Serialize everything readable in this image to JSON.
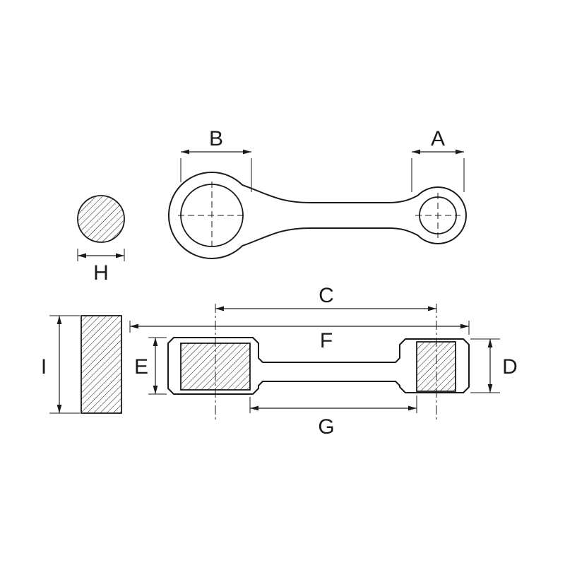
{
  "diagram": {
    "labels": {
      "dim_a": "A",
      "dim_b": "B",
      "dim_c": "C",
      "dim_d": "D",
      "dim_e": "E",
      "dim_f": "F",
      "dim_g": "G",
      "dim_h": "H",
      "dim_i": "I"
    }
  },
  "colors": {
    "line": "#1a1a1a",
    "background": "#ffffff"
  }
}
